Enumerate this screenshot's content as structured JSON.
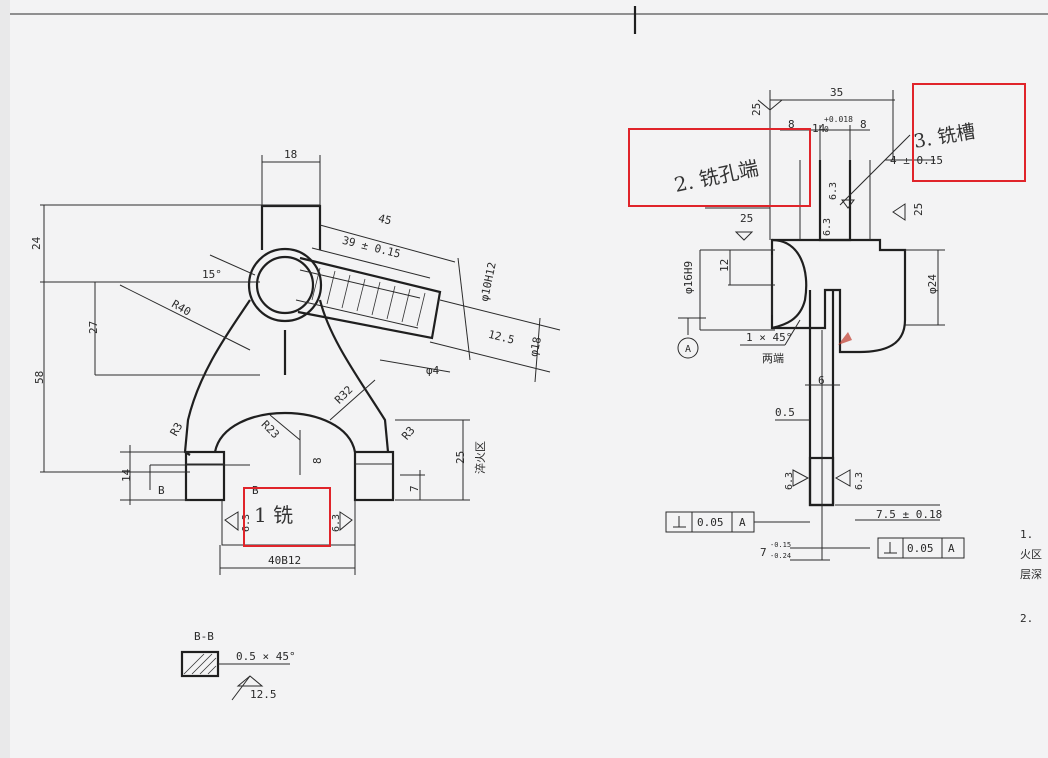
{
  "left_view": {
    "dims": {
      "d18": "18",
      "d24": "24",
      "d45": "45",
      "d39": "39 ± 0.15",
      "d15": "15°",
      "r40": "R40",
      "d27": "27",
      "d58": "58",
      "phi10": "φ10H12",
      "r12_5": "12.5",
      "phi18": "φ18",
      "phi4": "φ4",
      "r32": "R32",
      "r3a": "R3",
      "r23": "R23",
      "r3b": "R3",
      "d8": "8",
      "d25": "25",
      "quench": "淬火区",
      "d14": "14",
      "d7": "7",
      "bL": "B",
      "bR": "B",
      "s63a": "6.3",
      "s63b": "6.3",
      "d40": "40B12"
    },
    "annotation_1": "1 铣"
  },
  "section_bb": {
    "title": "B-B",
    "chamfer": "0.5 × 45°",
    "rough": "12.5"
  },
  "right_view": {
    "dims": {
      "d35": "35",
      "d14": "14",
      "d14tol": "+0.018",
      "d14tol0": "0",
      "d8a": "8",
      "d8b": "8",
      "d25a": "25",
      "d25b": "25",
      "d25c": "25",
      "d4": "4 ± 0.15",
      "s63a": "6.3",
      "s63b": "6.3",
      "d12": "12",
      "phi16": "φ16H9",
      "phi24": "φ24",
      "datum": "A",
      "chamfer": "1 × 45°",
      "both_ends": "两端",
      "d6": "6",
      "d05": "0.5",
      "s63c": "6.3",
      "s63d": "6.3",
      "d7_5": "7.5 ± 0.18",
      "d7": "7",
      "d7tu": "-0.15",
      "d7tl": "-0.24"
    },
    "tol1": {
      "val": "0.05",
      "ref": "A"
    },
    "tol2": {
      "val": "0.05",
      "ref": "A"
    },
    "annotation_2": "2. 铣孔端",
    "annotation_3": "3. 铣槽"
  },
  "notes": {
    "n1": "1.",
    "n1b": "火区",
    "n1c": "层深",
    "n2": "2."
  },
  "colors": {
    "highlight": "#e0242a",
    "ink": "#2b2b2b",
    "paper": "#f3f3f4"
  }
}
